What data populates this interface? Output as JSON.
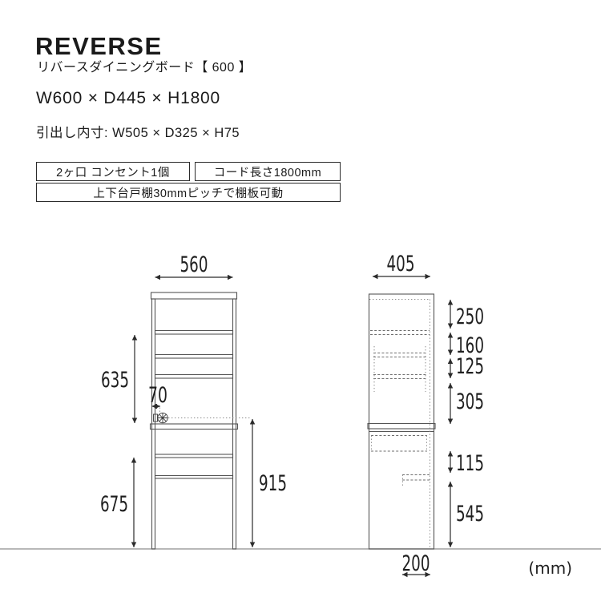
{
  "header": {
    "title": "REVERSE",
    "subtitle": "リバースダイニングボード【 600 】",
    "overall_size": "W600 × D445 × H1800",
    "drawer_inner_size": "引出し内寸: W505 × D325 × H75",
    "badges": [
      {
        "label": "2ヶ口 コンセント1個"
      },
      {
        "label": "コード長さ1800mm"
      },
      {
        "label": "上下台戸棚30mmピッチで棚板可動"
      }
    ]
  },
  "diagram": {
    "unit_note": "(mm)",
    "front_view": {
      "width": "560",
      "upper_open_height": "635",
      "outlet_offset": "70",
      "counter_height": "915",
      "lower_open_height": "675"
    },
    "side_view": {
      "depth": "405",
      "segment_top": "250",
      "segment_2": "160",
      "segment_3": "125",
      "segment_4": "305",
      "segment_5": "115",
      "segment_6": "545",
      "base_depth": "200"
    },
    "icons": {
      "outlet": "outlet-icon"
    },
    "colors": {
      "text": "#1a1a1a",
      "cabinet_line": "#555555",
      "dimension_line": "#2b2b2b",
      "ground_line": "#a0a0a0",
      "background": "#ffffff"
    }
  }
}
